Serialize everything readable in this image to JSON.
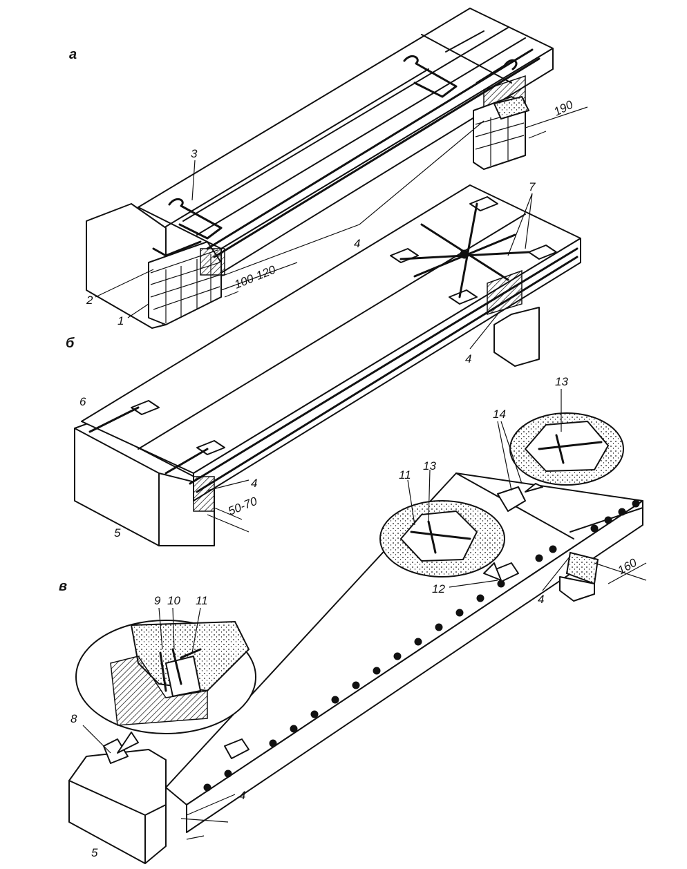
{
  "sections": {
    "a": "а",
    "b": "б",
    "v": "в"
  },
  "dimensions": {
    "d190": "190",
    "d100_120": "100-120",
    "d50_70": "50-70",
    "d160": "160"
  },
  "callouts": {
    "n1": "1",
    "n2": "2",
    "n3": "3",
    "n4a": "4",
    "n4b": "4",
    "n4c": "4",
    "n4d": "4",
    "n4e": "4",
    "n5a": "5",
    "n5b": "5",
    "n6": "6",
    "n7": "7",
    "n8": "8",
    "n9": "9",
    "n10": "10",
    "n11a": "11",
    "n11b": "11",
    "n12": "12",
    "n13a": "13",
    "n13b": "13",
    "n14": "14"
  }
}
